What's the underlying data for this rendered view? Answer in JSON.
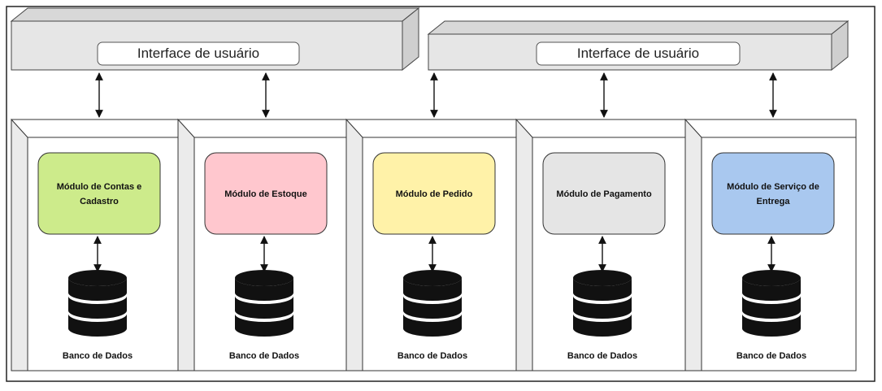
{
  "diagram": {
    "interface_bars": [
      {
        "label": "Interface de usuário"
      },
      {
        "label": "Interface de usuário"
      }
    ],
    "modules": [
      {
        "label_lines": [
          "Módulo de Contas e",
          "Cadastro"
        ],
        "fill": "#cdeb8b",
        "db_label": "Banco de Dados"
      },
      {
        "label_lines": [
          "Módulo de Estoque"
        ],
        "fill": "#ffc7ce",
        "db_label": "Banco de Dados"
      },
      {
        "label_lines": [
          "Módulo de Pedido"
        ],
        "fill": "#fff2a8",
        "db_label": "Banco de Dados"
      },
      {
        "label_lines": [
          "Módulo de Pagamento"
        ],
        "fill": "#e5e5e5",
        "db_label": "Banco de Dados"
      },
      {
        "label_lines": [
          "Módulo de Serviço de",
          "Entrega"
        ],
        "fill": "#a9c8ef",
        "db_label": "Banco de Dados"
      }
    ],
    "colors": {
      "block_face": "#ffffff",
      "block_side": "#ebebeb",
      "bar_fill": "#e6e6e6",
      "stroke": "#333333",
      "db_fill": "#111111"
    }
  }
}
